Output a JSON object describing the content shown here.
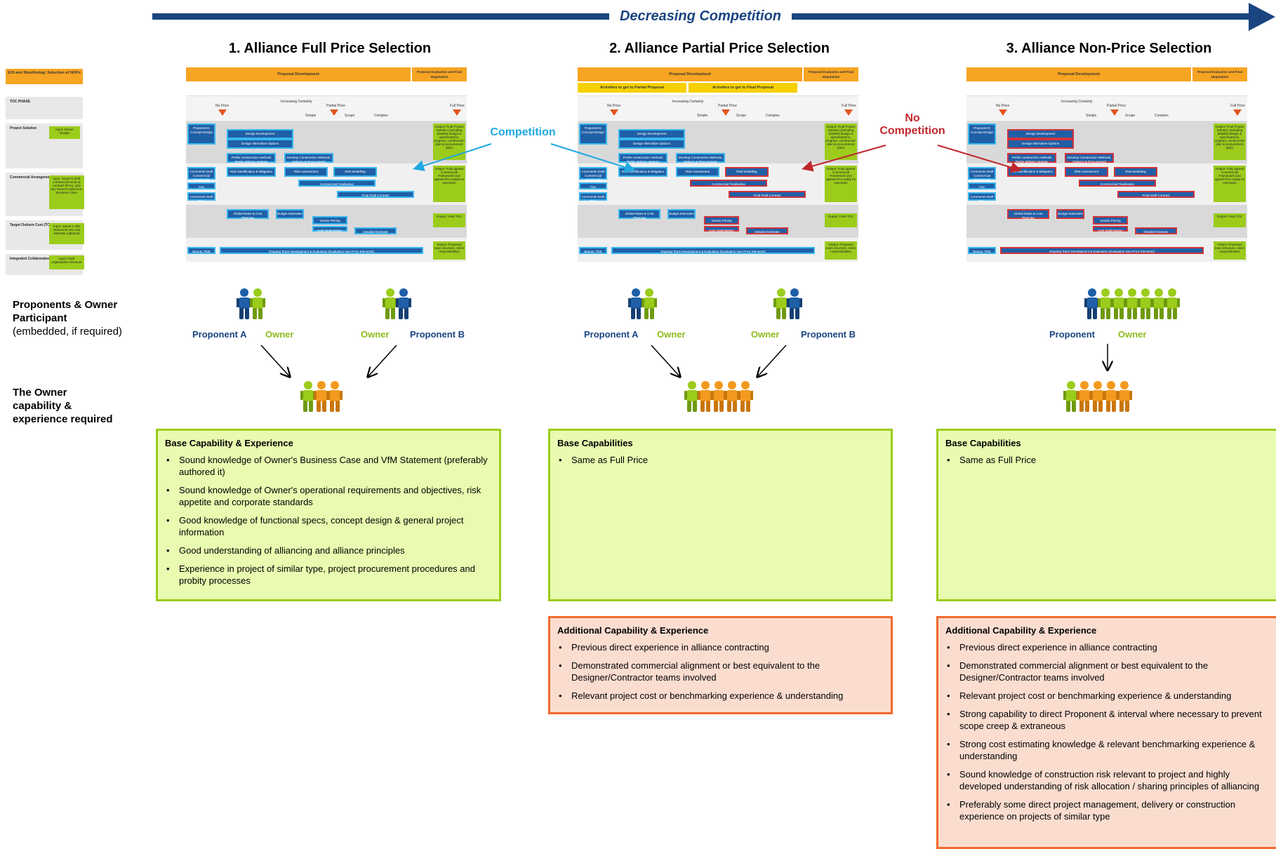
{
  "header": {
    "arrow_label": "Decreasing Competition"
  },
  "columns": [
    {
      "title": "1. Alliance Full Price Selection"
    },
    {
      "title": "2. Alliance Partial Price Selection"
    },
    {
      "title": "3. Alliance Non-Price Selection"
    }
  ],
  "left": {
    "mini_ec": "EOI and Shortlisting: Selection of NOPs",
    "rows": [
      "TOC PHASE",
      "Project Solution",
      "Commercial Arrangements",
      "Target Outturn Cost (TOC)",
      "Integrated Collaborative Team"
    ],
    "inputs": [
      "Input: Owner Design",
      "Input: Owner's draft commercial terms & contract (PAA), and key Owner's data from Business Case",
      "Input: Owner's VfM Statement low cost estimate (optional)",
      "Input: Draft organisation structure"
    ],
    "proponents_label": "Proponents & Owner Participant",
    "proponents_sub": "(embedded, if required)",
    "owner_label_line1": "The Owner",
    "owner_label_line2": "capability &",
    "owner_label_line3": "experience required"
  },
  "thumbnail": {
    "proposal_development": "Proposal Development",
    "proposal_evaluation": "Proposal Evaluation and Final Negotiation",
    "activities_partial": "Activities to get to Partial Proposal",
    "activities_final": "Activities to get to Final Proposal",
    "increasing_certainty": "Increasing Certainty",
    "no_price": "No Price",
    "partial_price": "Partial Price",
    "full_price": "Full Price",
    "simple": "Simple",
    "scope": "Scope",
    "complex": "Complex",
    "tasks": {
      "concept": "Proponent's Concept Design",
      "design_dev": "Design Development",
      "design_alt": "Design Alternative Options",
      "prelim": "Prelim construction methods Prelim delivery strategy",
      "develop": "Develop Construction Methods, Delivery & Procurement",
      "comments_draft": "Comments Draft Commercial Framework",
      "fee": "Fee",
      "comments_paa": "Comments Draft PAA",
      "risk_ident": "Risk Identification & Mitigation",
      "risk_assess": "Risk Assessment",
      "risk_model": "Risk Modelling",
      "commercial_final": "Commercial Finalisation",
      "final_draft": "Final Draft Contract",
      "global_rates": "Global Rates & Cost Planning",
      "budget": "Budget Estimates",
      "vendor": "Vendor Pricing",
      "cost_opt": "Cost Optimisation",
      "detailed": "Detailed Estimate",
      "ongoing": "Ongoing Team Development & Evaluation (Evaluation Non-Price Elements)",
      "beauty": "Beauty, PDE"
    },
    "outputs": [
      "Output: Final Project Solution (including detailed design & specifications, program, construction plan & procurement plan)",
      "Output: Fully agreed Commercial Framework and agreed PAA ready for execution",
      "Output: Final TOC",
      "Output: Proposed team structure, roles/ responsibilities"
    ]
  },
  "callouts": {
    "competition": "Competition",
    "no_competition_line1": "No",
    "no_competition_line2": "Competition"
  },
  "participants": {
    "proponent_a": "Proponent A",
    "owner": "Owner",
    "proponent_b": "Proponent B",
    "proponent": "Proponent"
  },
  "boxes": {
    "col1_base": {
      "title": "Base Capability & Experience",
      "items": [
        "Sound knowledge of Owner's Business Case and VfM Statement (preferably authored it)",
        "Sound knowledge of Owner's operational requirements and objectives, risk appetite and corporate standards",
        "Good knowledge of functional specs, concept design & general project information",
        "Good understanding of alliancing and alliance principles",
        "Experience in project of similar type, project procurement procedures and probity processes"
      ]
    },
    "col2_base": {
      "title": "Base Capabilities",
      "items": [
        "Same as Full Price"
      ]
    },
    "col3_base": {
      "title": "Base Capabilities",
      "items": [
        "Same as Full Price"
      ]
    },
    "col2_add": {
      "title": "Additional Capability & Experience",
      "items": [
        "Previous direct experience in alliance contracting",
        "Demonstrated commercial alignment or best equivalent to the Designer/Contractor teams involved",
        "Relevant project cost or benchmarking experience & understanding"
      ]
    },
    "col3_add": {
      "title": "Additional Capability & Experience",
      "items": [
        "Previous direct experience in alliance contracting",
        "Demonstrated commercial alignment or best equivalent to the Designer/Contractor teams involved",
        "Relevant project cost or benchmarking experience & understanding",
        "Strong capability to direct Proponent & interval where necessary to prevent scope creep & extraneous",
        "Strong cost estimating knowledge & relevant benchmarking experience & understanding",
        "Sound knowledge of construction risk relevant to project and highly developed understanding of risk allocation / sharing principles of alliancing",
        "Preferably some direct project management, delivery or construction experience on projects of similar type"
      ]
    }
  },
  "colors": {
    "navy": "#1a4480",
    "green": "#9bcc1c",
    "orange": "#f2692c",
    "red": "#c0282e",
    "cyan": "#1fa8e0"
  }
}
